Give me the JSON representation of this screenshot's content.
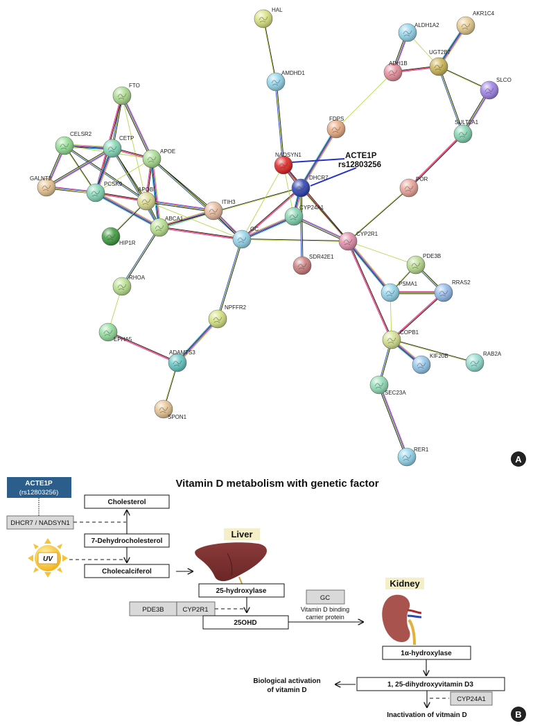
{
  "network": {
    "nodes": [
      {
        "id": "HAL",
        "label": "HAL",
        "color": "#d7e07a"
      },
      {
        "id": "AMDHD1",
        "label": "AMDHD1",
        "color": "#8fd3ea"
      },
      {
        "id": "ALDH1A2",
        "label": "ALDH1A2",
        "color": "#8fd3ea"
      },
      {
        "id": "AKR1C4",
        "label": "AKR1C4",
        "color": "#e6c98a"
      },
      {
        "id": "ADH1B",
        "label": "ADH1B",
        "color": "#e58a9a"
      },
      {
        "id": "UGT2B7",
        "label": "UGT2B7",
        "color": "#c9b24e"
      },
      {
        "id": "SLCO",
        "label": "SLCO",
        "color": "#9b7fe6"
      },
      {
        "id": "SULT2A1",
        "label": "SULT2A1",
        "color": "#7ed2ad"
      },
      {
        "id": "FDPS",
        "label": "FDPS",
        "color": "#e8a77c"
      },
      {
        "id": "FTO",
        "label": "FTO",
        "color": "#a8d98a"
      },
      {
        "id": "CELSR2",
        "label": "CELSR2",
        "color": "#8fdc8f"
      },
      {
        "id": "CETP",
        "label": "CETP",
        "color": "#7fd6b5"
      },
      {
        "id": "APOE",
        "label": "APOE",
        "color": "#a6dc8a"
      },
      {
        "id": "GALNT2",
        "label": "GALNT2",
        "color": "#e6c28f"
      },
      {
        "id": "PCSK9",
        "label": "PCSK9",
        "color": "#7fd6b5"
      },
      {
        "id": "APOB",
        "label": "APOB",
        "color": "#d9d98a"
      },
      {
        "id": "HIP1R",
        "label": "HIP1R",
        "color": "#3a9a3a"
      },
      {
        "id": "ABCA1",
        "label": "ABCA1",
        "color": "#b6e08a"
      },
      {
        "id": "ITIH3",
        "label": "ITIH3",
        "color": "#e8b89a"
      },
      {
        "id": "NADSYN1",
        "label": "NADSYN1",
        "color": "#e02020"
      },
      {
        "id": "DHCR7",
        "label": "DHCR7",
        "color": "#2a3fb0"
      },
      {
        "id": "CYP24A1",
        "label": "CYP24A1",
        "color": "#7ed2ad"
      },
      {
        "id": "GC",
        "label": "GC",
        "color": "#8fd3ea"
      },
      {
        "id": "POR",
        "label": "POR",
        "color": "#e8a095"
      },
      {
        "id": "CYP2R1",
        "label": "CYP2R1",
        "color": "#e08aa8"
      },
      {
        "id": "SDR42E1",
        "label": "SDR42E1",
        "color": "#c97a7a"
      },
      {
        "id": "PDE3B",
        "label": "PDE3B",
        "color": "#b6d98a"
      },
      {
        "id": "PSMA1",
        "label": "PSMA1",
        "color": "#8fd3ea"
      },
      {
        "id": "RRAS2",
        "label": "RRAS2",
        "color": "#8fb8ea"
      },
      {
        "id": "RHOA",
        "label": "RHOA",
        "color": "#b6e08a"
      },
      {
        "id": "NPFFR2",
        "label": "NPFFR2",
        "color": "#d4e07a"
      },
      {
        "id": "EPHA5",
        "label": "EPHA5",
        "color": "#8fdc9a"
      },
      {
        "id": "COPB1",
        "label": "COPB1",
        "color": "#d2e08a"
      },
      {
        "id": "KIF20B",
        "label": "KIF20B",
        "color": "#8fc5ea"
      },
      {
        "id": "RAB2A",
        "label": "RAB2A",
        "color": "#8fdccf"
      },
      {
        "id": "ADAMTS3",
        "label": "ADAMTS3",
        "color": "#5fc5c0"
      },
      {
        "id": "SEC23A",
        "label": "SEC23A",
        "color": "#8fdcb5"
      },
      {
        "id": "SPON1",
        "label": "SPON1",
        "color": "#e6c28f"
      },
      {
        "id": "RER1",
        "label": "RER1",
        "color": "#8fd3ea"
      }
    ],
    "edges": [
      [
        "HAL",
        "AMDHD1"
      ],
      [
        "AMDHD1",
        "NADSYN1"
      ],
      [
        "ALDH1A2",
        "ADH1B"
      ],
      [
        "ALDH1A2",
        "UGT2B7"
      ],
      [
        "ADH1B",
        "UGT2B7"
      ],
      [
        "AKR1C4",
        "UGT2B7"
      ],
      [
        "UGT2B7",
        "SLCO"
      ],
      [
        "UGT2B7",
        "SULT2A1"
      ],
      [
        "SLCO",
        "SULT2A1"
      ],
      [
        "ADH1B",
        "FDPS"
      ],
      [
        "SULT2A1",
        "POR"
      ],
      [
        "FDPS",
        "DHCR7"
      ],
      [
        "POR",
        "CYP2R1"
      ],
      [
        "FTO",
        "CETP"
      ],
      [
        "FTO",
        "APOE"
      ],
      [
        "FTO",
        "APOB"
      ],
      [
        "FTO",
        "PCSK9"
      ],
      [
        "CELSR2",
        "CETP"
      ],
      [
        "CELSR2",
        "PCSK9"
      ],
      [
        "CELSR2",
        "APOB"
      ],
      [
        "CELSR2",
        "GALNT2"
      ],
      [
        "CELSR2",
        "APOE"
      ],
      [
        "CETP",
        "APOE"
      ],
      [
        "CETP",
        "PCSK9"
      ],
      [
        "CETP",
        "APOB"
      ],
      [
        "CETP",
        "ABCA1"
      ],
      [
        "CETP",
        "GALNT2"
      ],
      [
        "APOE",
        "PCSK9"
      ],
      [
        "APOE",
        "APOB"
      ],
      [
        "APOE",
        "ABCA1"
      ],
      [
        "APOE",
        "ITIH3"
      ],
      [
        "APOE",
        "GC"
      ],
      [
        "GALNT2",
        "PCSK9"
      ],
      [
        "GALNT2",
        "APOB"
      ],
      [
        "PCSK9",
        "APOB"
      ],
      [
        "PCSK9",
        "ABCA1"
      ],
      [
        "APOB",
        "HIP1R"
      ],
      [
        "APOB",
        "ABCA1"
      ],
      [
        "APOB",
        "ITIH3"
      ],
      [
        "APOB",
        "GC"
      ],
      [
        "ABCA1",
        "GC"
      ],
      [
        "ABCA1",
        "ITIH3"
      ],
      [
        "ABCA1",
        "DHCR7"
      ],
      [
        "ABCA1",
        "RHOA"
      ],
      [
        "ITIH3",
        "GC"
      ],
      [
        "GC",
        "NADSYN1"
      ],
      [
        "GC",
        "DHCR7"
      ],
      [
        "GC",
        "CYP24A1"
      ],
      [
        "GC",
        "CYP2R1"
      ],
      [
        "GC",
        "NPFFR2"
      ],
      [
        "NADSYN1",
        "DHCR7"
      ],
      [
        "NADSYN1",
        "CYP24A1"
      ],
      [
        "NADSYN1",
        "CYP2R1"
      ],
      [
        "DHCR7",
        "CYP24A1"
      ],
      [
        "DHCR7",
        "CYP2R1"
      ],
      [
        "DHCR7",
        "SDR42E1"
      ],
      [
        "CYP24A1",
        "CYP2R1"
      ],
      [
        "CYP2R1",
        "PDE3B"
      ],
      [
        "CYP2R1",
        "COPB1"
      ],
      [
        "CYP2R1",
        "PSMA1"
      ],
      [
        "PDE3B",
        "PSMA1"
      ],
      [
        "PDE3B",
        "RRAS2"
      ],
      [
        "PSMA1",
        "RRAS2"
      ],
      [
        "PSMA1",
        "COPB1"
      ],
      [
        "RRAS2",
        "COPB1"
      ],
      [
        "COPB1",
        "KIF20B"
      ],
      [
        "COPB1",
        "RAB2A"
      ],
      [
        "COPB1",
        "SEC23A"
      ],
      [
        "SEC23A",
        "RER1"
      ],
      [
        "RHOA",
        "EPHA5"
      ],
      [
        "EPHA5",
        "ADAMTS3"
      ],
      [
        "NPFFR2",
        "ADAMTS3"
      ],
      [
        "ADAMTS3",
        "SPON1"
      ]
    ],
    "annotation": {
      "line1": "ACTE1P",
      "line2": "rs12803256",
      "color": "#2233cc"
    },
    "panel_label": "A"
  },
  "pathway": {
    "title": "Vitamin D metabolism with genetic factor",
    "acte1p_box": {
      "line1": "ACTE1P",
      "line2": "(rs12803256)",
      "color": "#2c5e8c"
    },
    "dhcr7_box": "DHCR7 / NADSYN1",
    "uv": "UV",
    "cholesterol": "Cholesterol",
    "dehydro": "7-Dehydrocholesterol",
    "cholecalciferol": "Cholecalciferol",
    "liver": "Liver",
    "hydroxylase25": "25-hydroxylase",
    "pde3b": "PDE3B",
    "cyp2r1": "CYP2R1",
    "ohd": "25OHD",
    "gc": "GC",
    "gc_note_line1": "Vitamin D binding",
    "gc_note_line2": "carrier protein",
    "kidney": "Kidney",
    "alpha_hydroxylase": "1α-hydroxylase",
    "dihydroxy": "1, 25-dihydroxyvitamin D3",
    "bio_line1": "Biological activation",
    "bio_line2": "of vitamin D",
    "cyp24a1": "CYP24A1",
    "inactivation": "Inactivation of vitmain D",
    "panel_label": "B",
    "organ_label_bg": "#f4efc6"
  }
}
